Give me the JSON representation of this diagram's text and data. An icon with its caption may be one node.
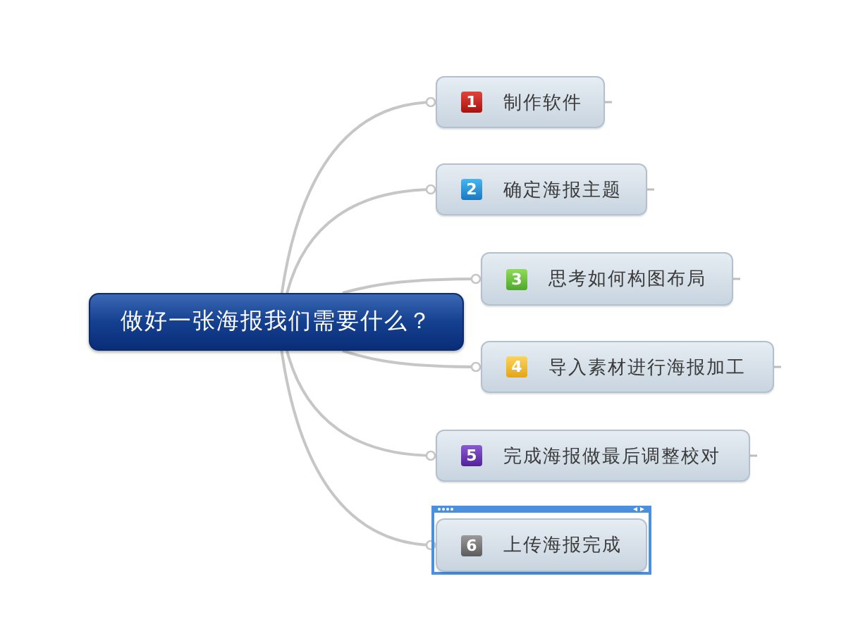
{
  "diagram": {
    "nodes": [
      {
        "text": [
          "做好一张海报我们需要什么？"
        ]
      },
      {
        "text": [
          "1",
          "制作软件"
        ]
      },
      {
        "text": [
          "2",
          "确定海报主题"
        ]
      },
      {
        "text": [
          "3",
          "思考如何构图布局"
        ]
      },
      {
        "text": [
          "4",
          "导入素材进行海报加工"
        ]
      },
      {
        "text": [
          "5",
          "完成海报做最后调整校对"
        ]
      },
      {
        "text": [
          "6",
          "上传海报完成"
        ]
      }
    ],
    "edges": [
      {
        "from": 0,
        "to": 1,
        "arrow": "other"
      },
      {
        "from": 0,
        "to": 2,
        "arrow": "other"
      },
      {
        "from": 0,
        "to": 3,
        "arrow": "other"
      },
      {
        "from": 0,
        "to": 4,
        "arrow": "other"
      },
      {
        "from": 0,
        "to": 5,
        "arrow": "other"
      },
      {
        "from": 0,
        "to": 6,
        "arrow": "other"
      }
    ]
  }
}
